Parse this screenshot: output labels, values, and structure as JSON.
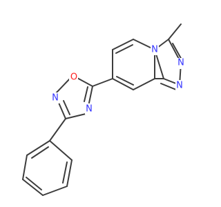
{
  "colors": {
    "background": "#ffffff",
    "bond": "#3c3c3c",
    "nitrogen": "#3333ff",
    "oxygen": "#ff2020"
  },
  "atoms": {
    "n_triazole_top": "N",
    "n_triazole_bottom": "N",
    "n_bridgehead": "N",
    "o_oxadiazole": "O",
    "n_oxadiazole_left": "N",
    "n_oxadiazole_bottom": "N"
  }
}
